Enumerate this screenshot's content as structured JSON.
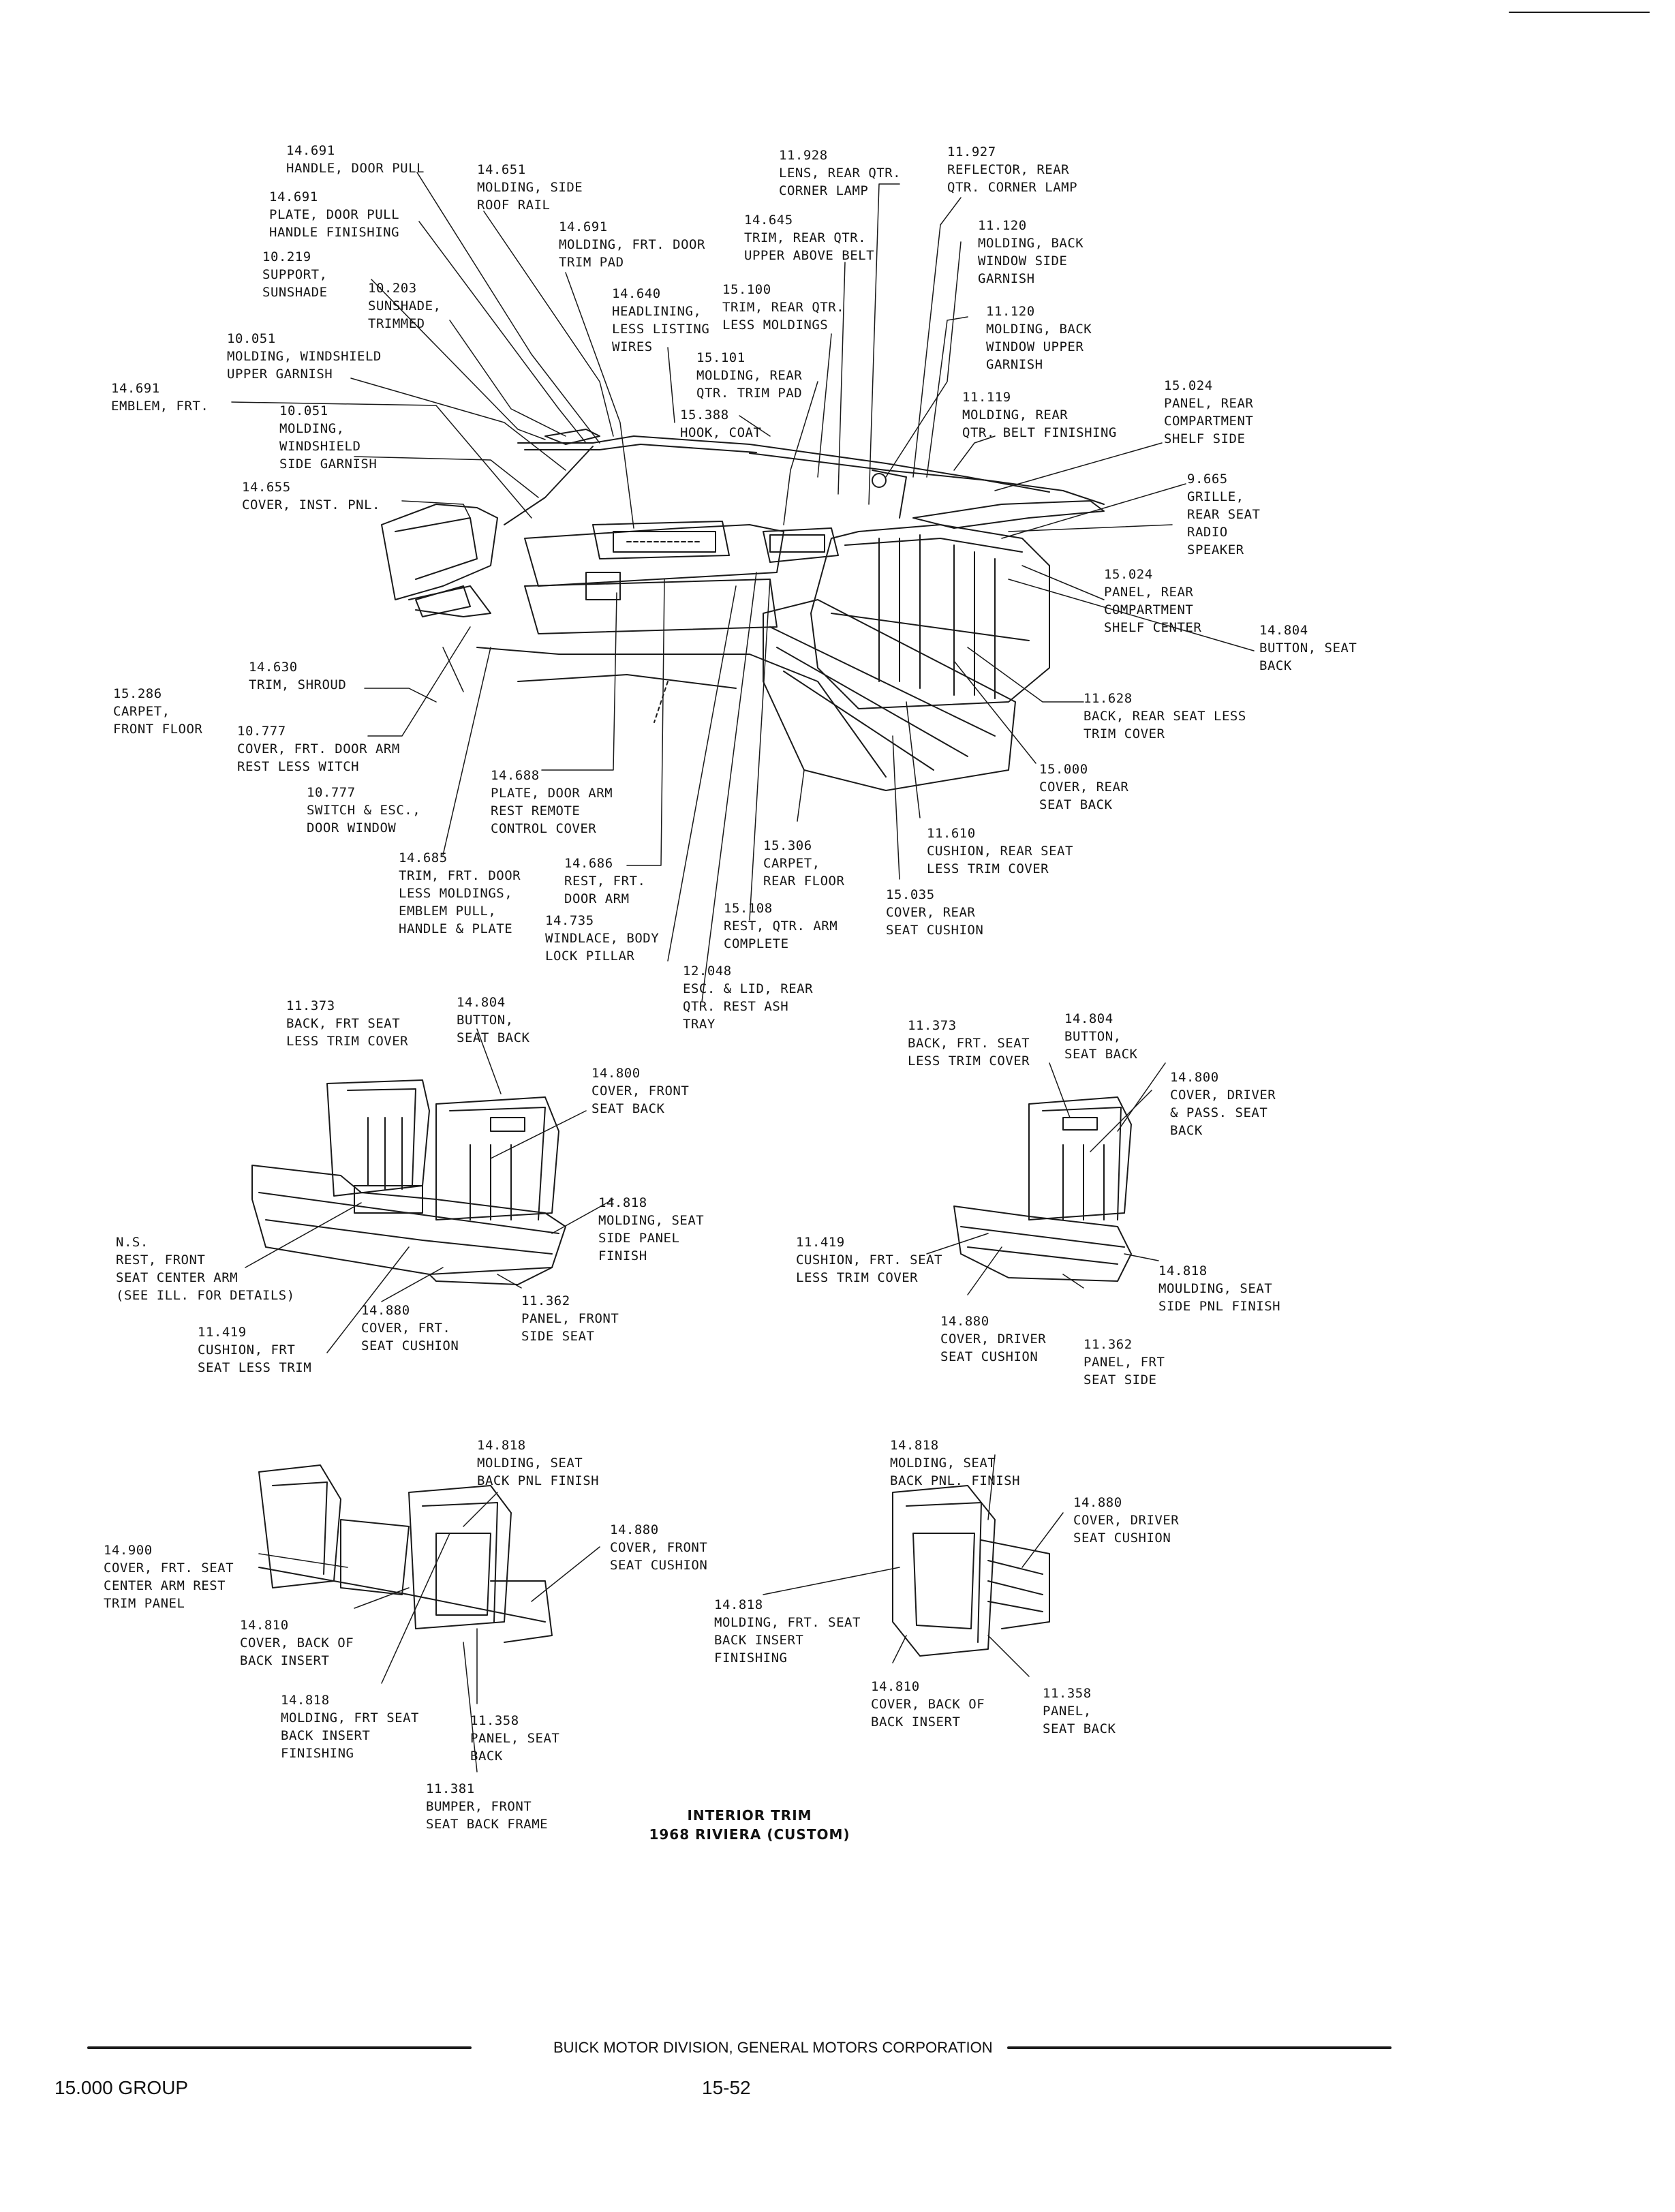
{
  "callouts": [
    {
      "id": "c1",
      "text": "14.691\nHANDLE, DOOR PULL"
    },
    {
      "id": "c2",
      "text": "14.651\nMOLDING, SIDE\nROOF RAIL"
    },
    {
      "id": "c3",
      "text": "14.691\nPLATE, DOOR PULL\nHANDLE FINISHING"
    },
    {
      "id": "c4",
      "text": "14.691\nMOLDING, FRT. DOOR\nTRIM PAD"
    },
    {
      "id": "c5",
      "text": "10.219\nSUPPORT,\nSUNSHADE"
    },
    {
      "id": "c6",
      "text": "10.203\nSUNSHADE,\nTRIMMED"
    },
    {
      "id": "c7",
      "text": "14.640\nHEADLINING,\nLESS LISTING\nWIRES"
    },
    {
      "id": "c8",
      "text": "10.051\nMOLDING, WINDSHIELD\nUPPER GARNISH"
    },
    {
      "id": "c9",
      "text": "14.691\nEMBLEM, FRT."
    },
    {
      "id": "c10",
      "text": "10.051\nMOLDING,\nWINDSHIELD\nSIDE GARNISH"
    },
    {
      "id": "c11",
      "text": "14.655\nCOVER, INST. PNL."
    },
    {
      "id": "c12",
      "text": "11.928\nLENS, REAR QTR.\nCORNER LAMP"
    },
    {
      "id": "c13",
      "text": "11.927\nREFLECTOR, REAR\nQTR. CORNER LAMP"
    },
    {
      "id": "c14",
      "text": "14.645\nTRIM, REAR QTR.\nUPPER ABOVE BELT"
    },
    {
      "id": "c15",
      "text": "11.120\nMOLDING, BACK\nWINDOW SIDE\nGARNISH"
    },
    {
      "id": "c16",
      "text": "15.100\nTRIM, REAR QTR.\nLESS MOLDINGS"
    },
    {
      "id": "c17",
      "text": "11.120\nMOLDING, BACK\nWINDOW UPPER\nGARNISH"
    },
    {
      "id": "c18",
      "text": "15.101\nMOLDING, REAR\nQTR. TRIM PAD"
    },
    {
      "id": "c19",
      "text": "15.388\nHOOK, COAT"
    },
    {
      "id": "c20",
      "text": "11.119\nMOLDING, REAR\nQTR. BELT FINISHING"
    },
    {
      "id": "c21",
      "text": "15.024\nPANEL, REAR\nCOMPARTMENT\nSHELF SIDE"
    },
    {
      "id": "c22",
      "text": "9.665\nGRILLE,\nREAR SEAT\nRADIO\nSPEAKER"
    },
    {
      "id": "c23",
      "text": "15.024\nPANEL, REAR\nCOMPARTMENT\nSHELF CENTER"
    },
    {
      "id": "c24",
      "text": "14.804\nBUTTON, SEAT\nBACK"
    },
    {
      "id": "c25",
      "text": "14.630\nTRIM, SHROUD"
    },
    {
      "id": "c26",
      "text": "15.286\nCARPET,\nFRONT FLOOR"
    },
    {
      "id": "c27",
      "text": "10.777\nCOVER, FRT. DOOR ARM\nREST LESS WITCH"
    },
    {
      "id": "c28",
      "text": "10.777\nSWITCH & ESC.,\nDOOR WINDOW"
    },
    {
      "id": "c29",
      "text": "14.688\nPLATE, DOOR ARM\nREST REMOTE\nCONTROL COVER"
    },
    {
      "id": "c30",
      "text": "14.685\nTRIM, FRT. DOOR\nLESS MOLDINGS,\nEMBLEM PULL,\nHANDLE & PLATE"
    },
    {
      "id": "c31",
      "text": "14.686\nREST, FRT.\nDOOR ARM"
    },
    {
      "id": "c32",
      "text": "14.735\nWINDLACE, BODY\nLOCK PILLAR"
    },
    {
      "id": "c33",
      "text": "11.628\nBACK, REAR SEAT LESS\nTRIM COVER"
    },
    {
      "id": "c34",
      "text": "15.000\nCOVER, REAR\nSEAT BACK"
    },
    {
      "id": "c35",
      "text": "11.610\nCUSHION, REAR SEAT\nLESS TRIM COVER"
    },
    {
      "id": "c36",
      "text": "15.306\nCARPET,\nREAR FLOOR"
    },
    {
      "id": "c37",
      "text": "15.035\nCOVER, REAR\nSEAT CUSHION"
    },
    {
      "id": "c38",
      "text": "15.108\nREST, QTR. ARM\nCOMPLETE"
    },
    {
      "id": "c39",
      "text": "12.048\nESC. & LID, REAR\nQTR. REST ASH\nTRAY"
    },
    {
      "id": "c40",
      "text": "11.373\nBACK, FRT SEAT\nLESS TRIM COVER"
    },
    {
      "id": "c41",
      "text": "14.804\nBUTTON,\nSEAT BACK"
    },
    {
      "id": "c42",
      "text": "14.800\nCOVER, FRONT\nSEAT BACK"
    },
    {
      "id": "c43",
      "text": "14.818\nMOLDING, SEAT\nSIDE PANEL\nFINISH"
    },
    {
      "id": "c44",
      "text": "N.S.\nREST, FRONT\nSEAT CENTER ARM\n(SEE ILL. FOR DETAILS)"
    },
    {
      "id": "c45",
      "text": "14.880\nCOVER, FRT.\nSEAT CUSHION"
    },
    {
      "id": "c46",
      "text": "11.362\nPANEL, FRONT\nSIDE SEAT"
    },
    {
      "id": "c47",
      "text": "11.419\nCUSHION, FRT\nSEAT LESS TRIM"
    },
    {
      "id": "c48",
      "text": "11.373\nBACK, FRT. SEAT\nLESS TRIM COVER"
    },
    {
      "id": "c49",
      "text": "14.804\nBUTTON,\nSEAT BACK"
    },
    {
      "id": "c50",
      "text": "14.800\nCOVER, DRIVER\n& PASS. SEAT\nBACK"
    },
    {
      "id": "c51",
      "text": "11.419\nCUSHION, FRT. SEAT\nLESS TRIM COVER"
    },
    {
      "id": "c52",
      "text": "14.818\nMOULDING, SEAT\nSIDE PNL FINISH"
    },
    {
      "id": "c53",
      "text": "14.880\nCOVER, DRIVER\nSEAT CUSHION"
    },
    {
      "id": "c54",
      "text": "11.362\nPANEL, FRT\nSEAT SIDE"
    },
    {
      "id": "c55",
      "text": "14.818\nMOLDING, SEAT\nBACK PNL FINISH"
    },
    {
      "id": "c56",
      "text": "14.880\nCOVER, FRONT\nSEAT CUSHION"
    },
    {
      "id": "c57",
      "text": "14.900\nCOVER, FRT. SEAT\nCENTER ARM REST\nTRIM PANEL"
    },
    {
      "id": "c58",
      "text": "14.810\nCOVER, BACK OF\nBACK INSERT"
    },
    {
      "id": "c59",
      "text": "14.818\nMOLDING, FRT SEAT\nBACK INSERT\nFINISHING"
    },
    {
      "id": "c60",
      "text": "11.358\nPANEL, SEAT\nBACK"
    },
    {
      "id": "c61",
      "text": "11.381\nBUMPER, FRONT\nSEAT BACK FRAME"
    },
    {
      "id": "c62",
      "text": "14.818\nMOLDING, SEAT\nBACK PNL. FINISH"
    },
    {
      "id": "c63",
      "text": "14.880\nCOVER, DRIVER\nSEAT CUSHION"
    },
    {
      "id": "c64",
      "text": "14.818\nMOLDING, FRT. SEAT\nBACK INSERT\nFINISHING"
    },
    {
      "id": "c65",
      "text": "14.810\nCOVER, BACK OF\nBACK INSERT"
    },
    {
      "id": "c66",
      "text": "11.358\nPANEL,\nSEAT BACK"
    }
  ],
  "caption": {
    "line1": "INTERIOR TRIM",
    "line2": "1968 RIVIERA (CUSTOM)"
  },
  "footer": {
    "division": "BUICK MOTOR DIVISION, GENERAL MOTORS CORPORATION",
    "group": "15.000 GROUP",
    "page_number": "15-52"
  }
}
